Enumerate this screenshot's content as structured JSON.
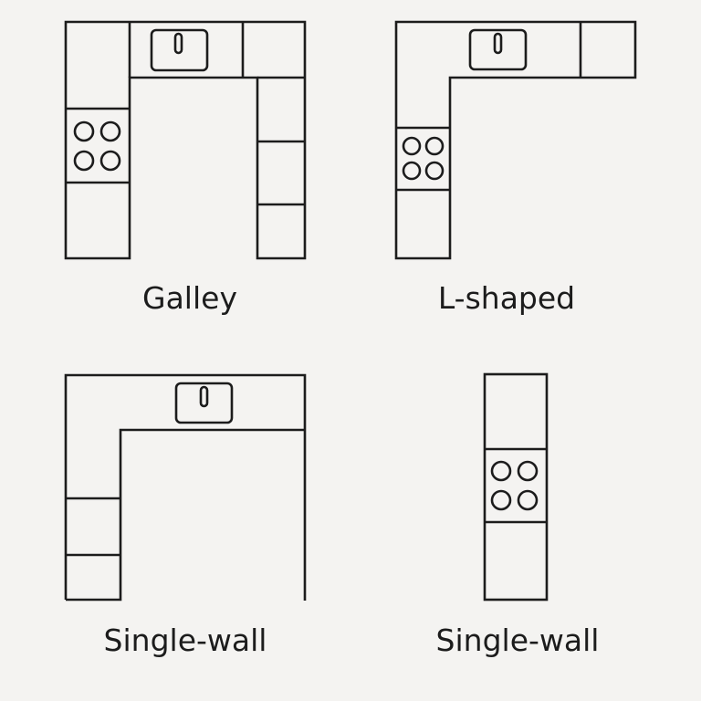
{
  "labels": {
    "top_left": "Galley",
    "top_right": "L-shaped",
    "bottom_left": "Single-wall",
    "bottom_right": "Single-wall"
  },
  "colors": {
    "background": "#f4f3f1",
    "line": "#1c1c1c"
  }
}
